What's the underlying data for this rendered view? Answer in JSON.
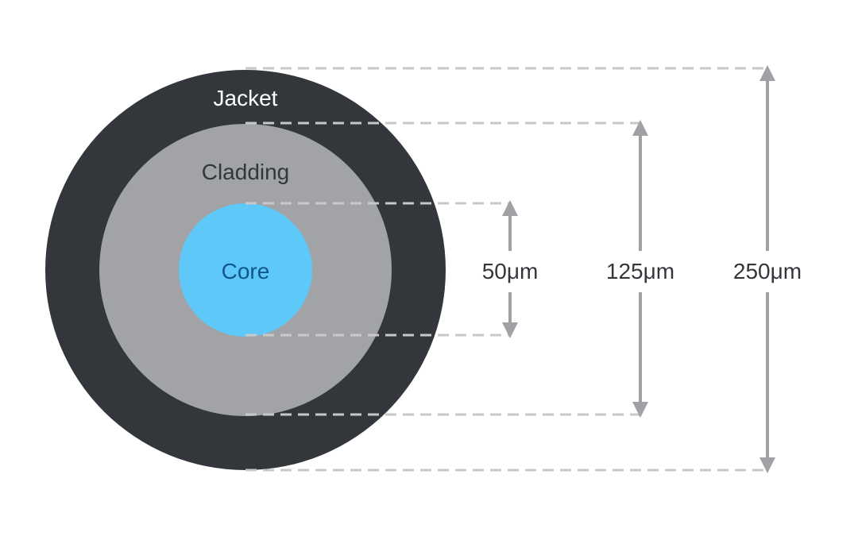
{
  "diagram": {
    "layers": {
      "jacket": {
        "label": "Jacket",
        "color": "#33373b",
        "text_color": "#ffffff"
      },
      "cladding": {
        "label": "Cladding",
        "color": "#a1a3a6",
        "text_color": "#33373b"
      },
      "core": {
        "label": "Core",
        "color": "#5ec8f8",
        "text_color": "#10578d"
      }
    },
    "dimensions": {
      "core": "50μm",
      "cladding": "125μm",
      "jacket": "250μm"
    },
    "guide_color": "#c8c8c8",
    "arrow_color": "#9fa1a4",
    "dimension_text_color": "#33373b"
  }
}
